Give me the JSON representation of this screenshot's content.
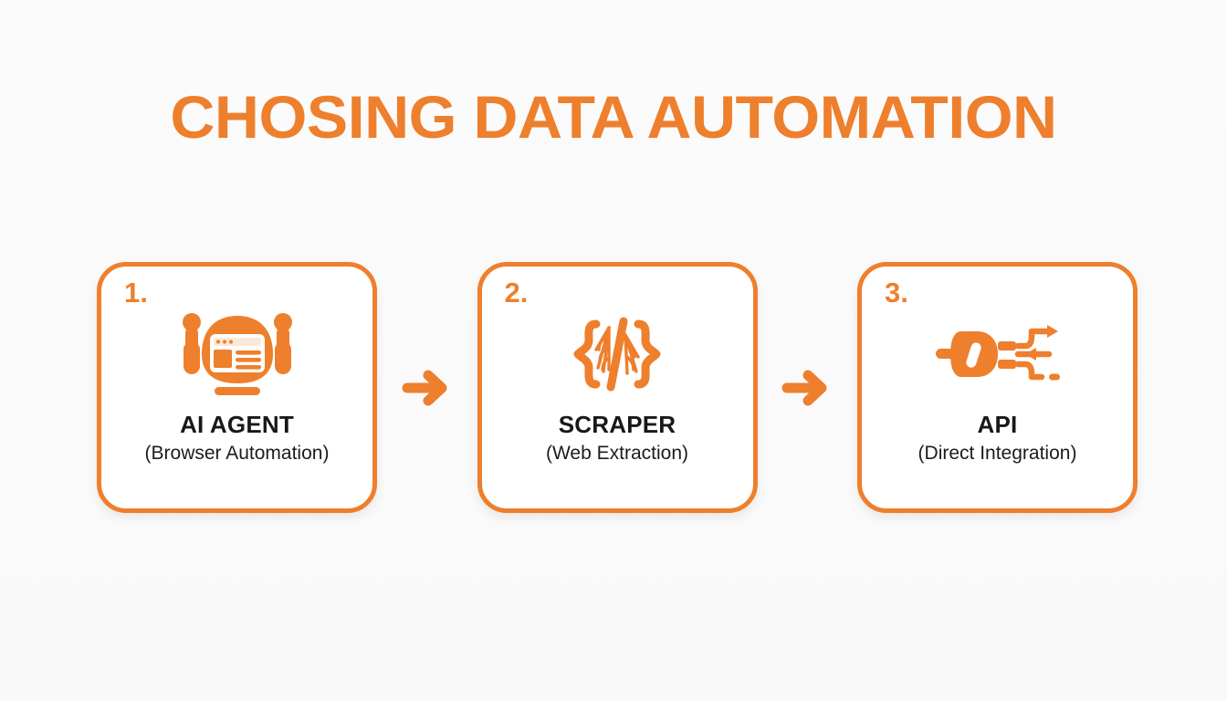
{
  "slide": {
    "title": "CHOSING DATA AUTOMATION",
    "background_color": "#fafafa",
    "accent_color": "#ee7f2d",
    "text_color": "#17181a"
  },
  "flow": {
    "steps": [
      {
        "number": "1.",
        "title": "AI AGENT",
        "subtitle": "(Browser Automation)",
        "icon": "robot-browser-icon"
      },
      {
        "number": "2.",
        "title": "SCRAPER",
        "subtitle": "(Web Extraction)",
        "icon": "code-brackets-spiderweb-icon"
      },
      {
        "number": "3.",
        "title": "API",
        "subtitle": "(Direct Integration)",
        "icon": "plug-connection-icon"
      }
    ],
    "connectors": [
      {
        "icon": "arrow-right-icon"
      },
      {
        "icon": "arrow-right-icon"
      }
    ]
  }
}
